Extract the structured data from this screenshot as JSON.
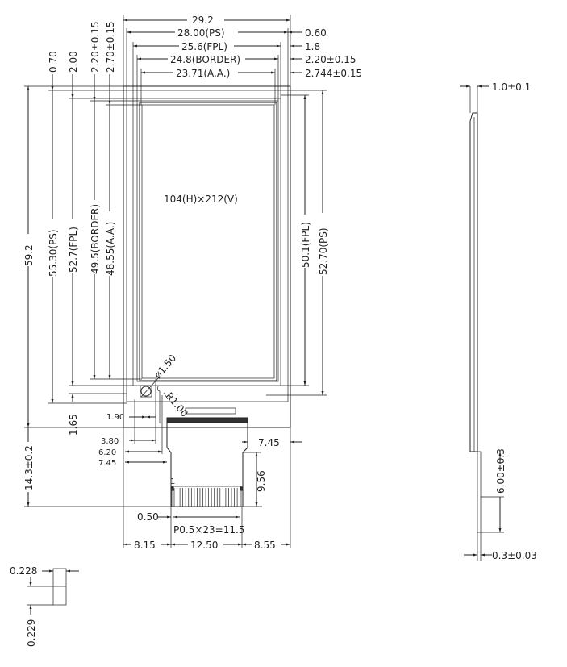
{
  "top_dims": {
    "overall": "29.2",
    "ps": "28.00(PS)",
    "fpl": "25.6(FPL)",
    "border": "24.8(BORDER)",
    "aa": "23.71(A.A.)"
  },
  "right_offsets": [
    "0.60",
    "1.8",
    "2.20±0.15",
    "2.744±0.15"
  ],
  "top_left_offsets": [
    "0.70",
    "2.00",
    "2.20±0.15",
    "2.70±0.15"
  ],
  "left_dims": {
    "overall": "59.2",
    "ps": "55.30(PS)",
    "fpl": "52.7(FPL)",
    "border": "49.5(BORDER)",
    "aa": "48.55(A.A.)",
    "fpc_length": "14.3±0.2",
    "bottom_offset": "1.65"
  },
  "right_dims": {
    "fpl": "50.1(FPL)",
    "ps": "52.70(PS)"
  },
  "resolution": "104(H)×212(V)",
  "hole": {
    "diameter": "ø1.50",
    "radius": "R1.00"
  },
  "fpc_dims": {
    "d1": "1.90",
    "d2": "3.80",
    "d3": "6.20",
    "d4": "7.45",
    "right_offset": "7.45",
    "tail_height": "9.56",
    "pin1": "1",
    "pin_width": "0.50",
    "pitch": "P0.5×23=11.5",
    "left": "8.15",
    "width": "12.50",
    "right": "8.55"
  },
  "side_view": {
    "thickness": "1.0±0.1",
    "tail": "6.00±0.3",
    "fpc_thickness": "0.3±0.03"
  },
  "pad_detail": {
    "width": "0.228",
    "height": "0.229"
  }
}
